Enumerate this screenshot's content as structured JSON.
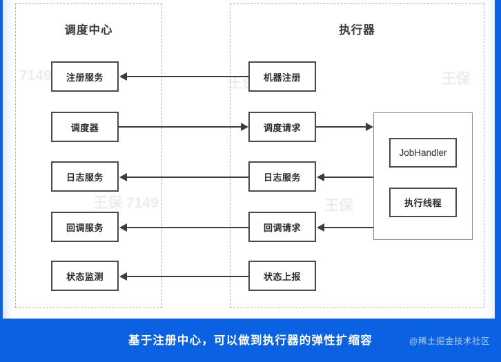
{
  "diagram": {
    "panels": [
      {
        "id": "scheduler-center",
        "title": "调度中心"
      },
      {
        "id": "executor",
        "title": "执行器"
      }
    ],
    "scheduler_center_boxes": [
      {
        "label": "注册服务"
      },
      {
        "label": "调度器"
      },
      {
        "label": "日志服务"
      },
      {
        "label": "回调服务"
      },
      {
        "label": "状态监测"
      }
    ],
    "executor_boxes": [
      {
        "label": "机器注册"
      },
      {
        "label": "调度请求"
      },
      {
        "label": "日志服务"
      },
      {
        "label": "回调请求"
      },
      {
        "label": "状态上报"
      }
    ],
    "executor_runtime_boxes": [
      {
        "label": "JobHandler"
      },
      {
        "label": "执行线程"
      }
    ],
    "watermarks": [
      "7149",
      "王保",
      "王保 7149",
      "王保"
    ]
  },
  "caption": {
    "text": "基于注册中心，可以做到执行器的弹性扩缩容",
    "credit": "@稀土掘金技术社区"
  },
  "colors": {
    "accent_blue": "#0a62e3",
    "box_border": "#4a4a4a",
    "panel_border": "#b3b3b3",
    "connector": "#3c3c3c"
  }
}
